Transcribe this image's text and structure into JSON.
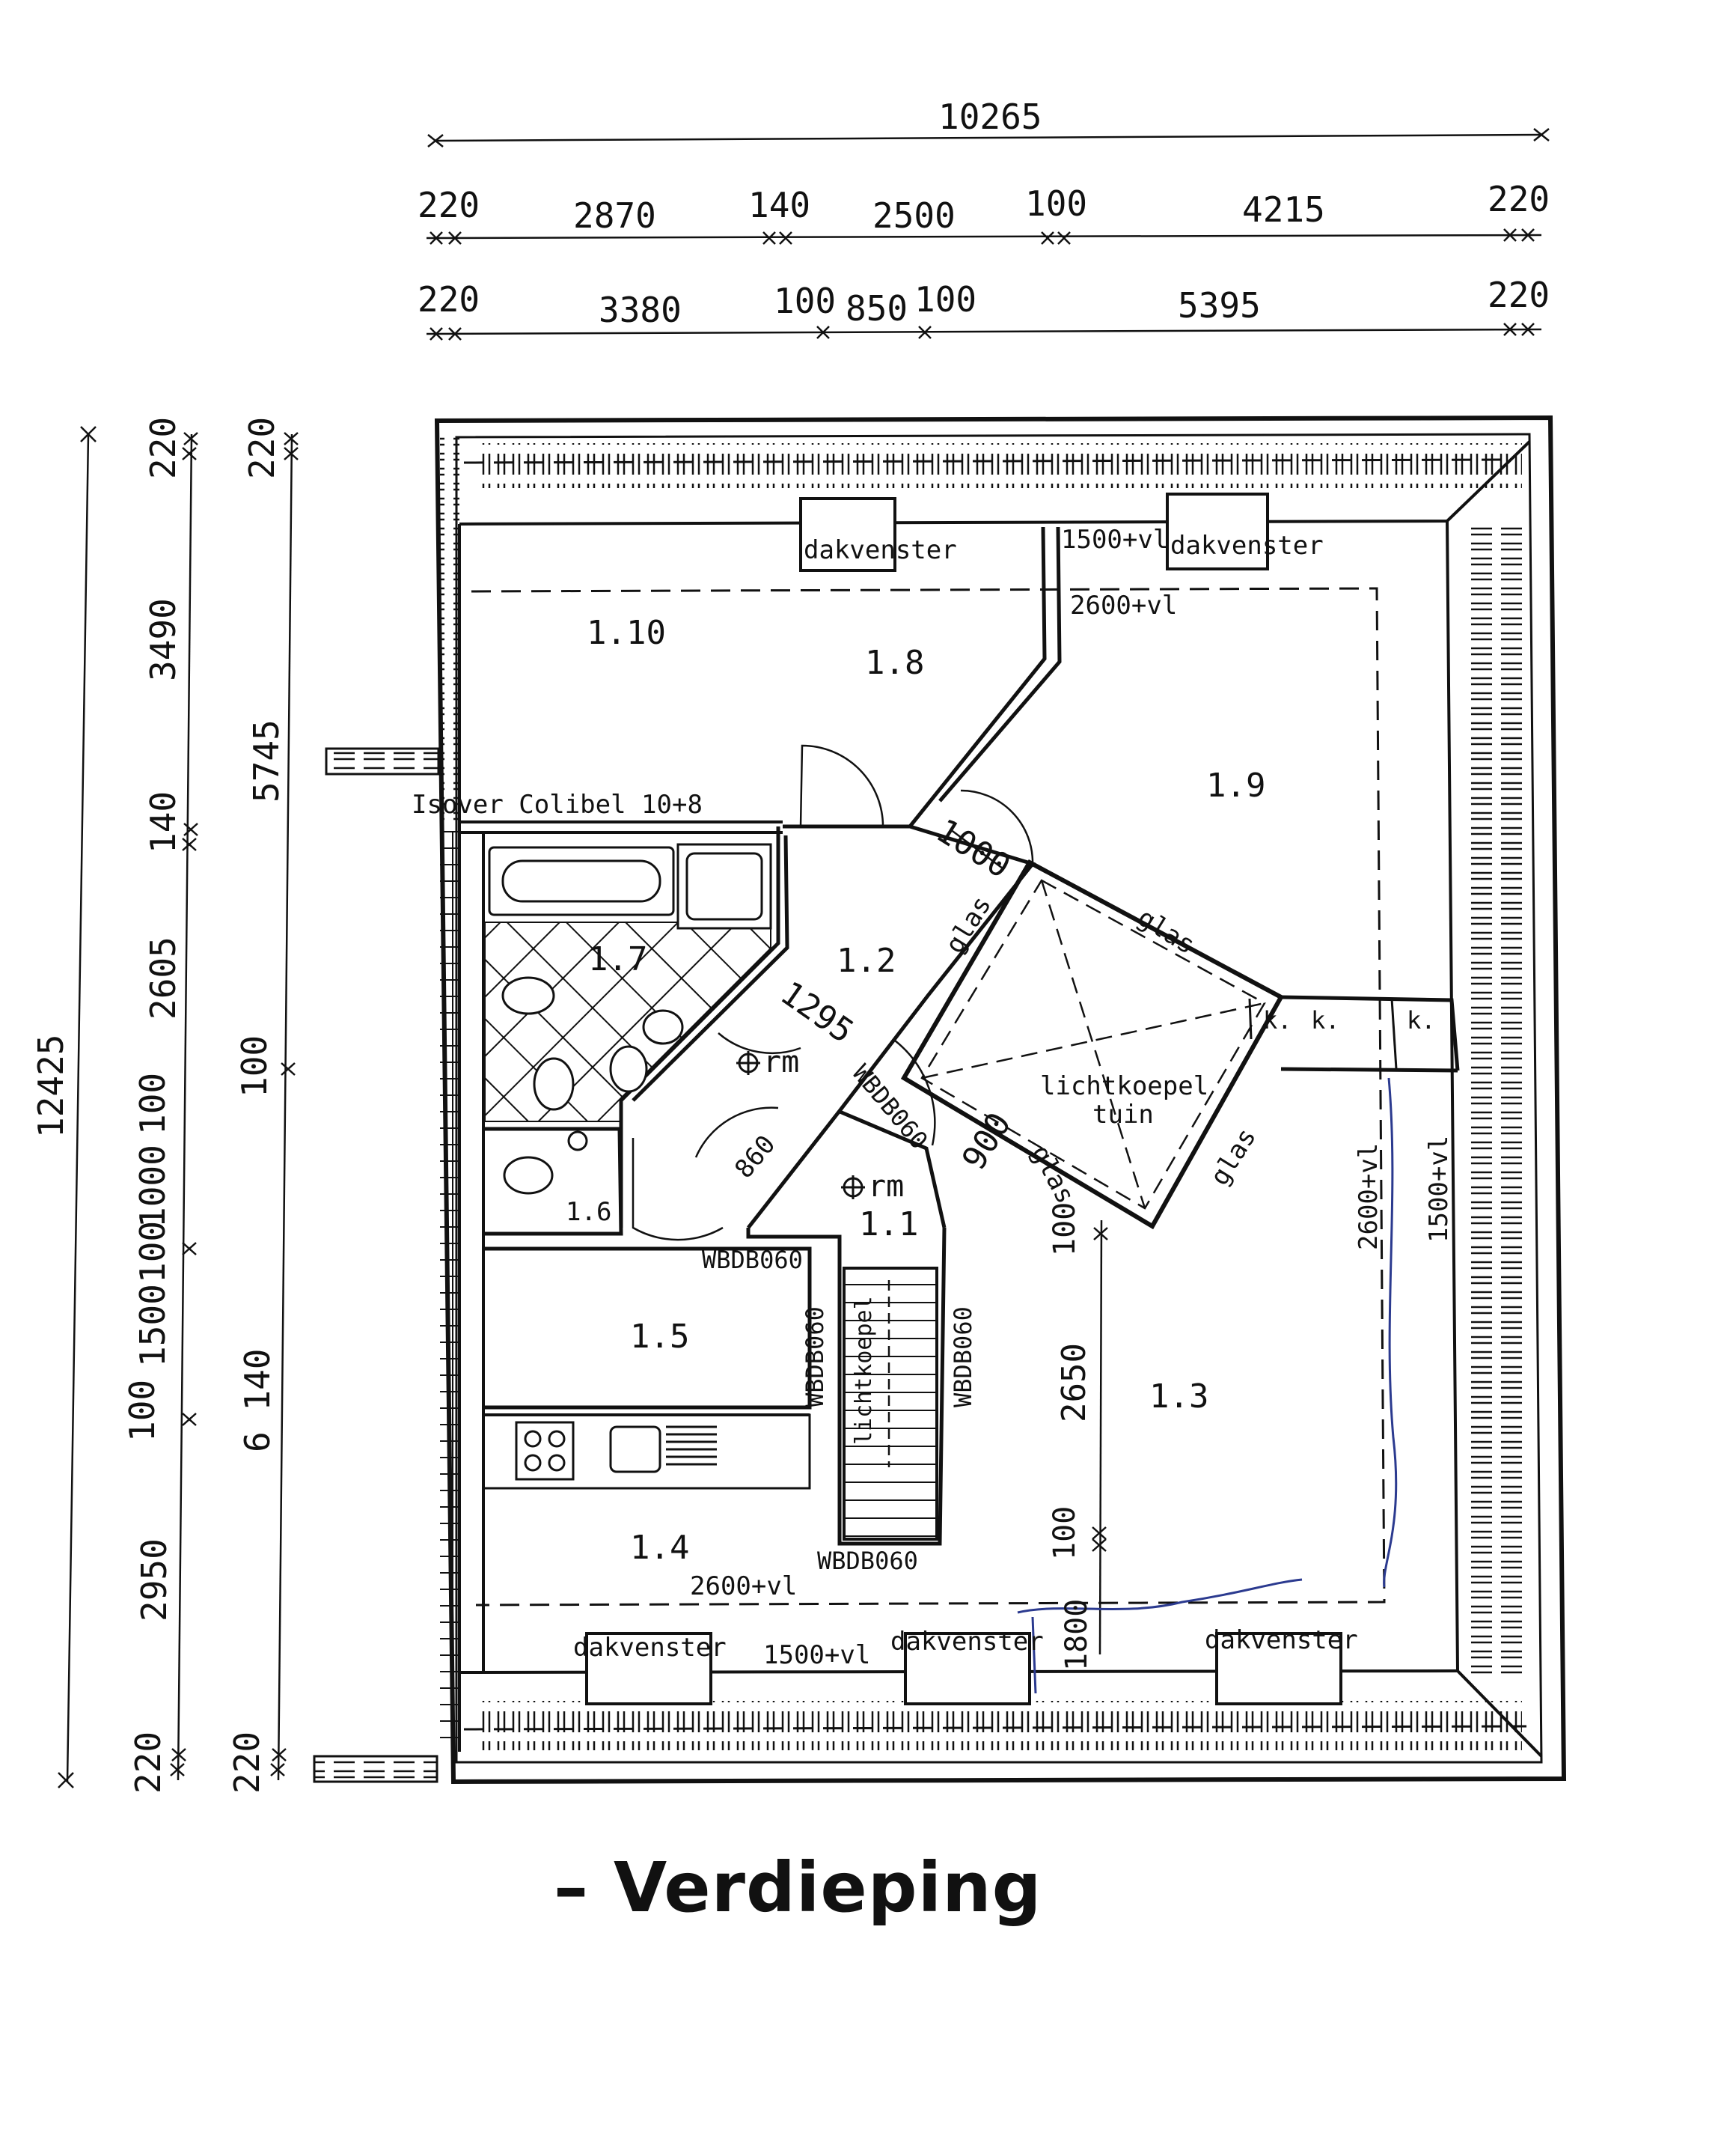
{
  "title": "– Verdieping",
  "colors": {
    "ink": "#111111",
    "pen": "#2b3a8f",
    "paper": "#ffffff"
  },
  "dimensions": {
    "top_total": "10265",
    "top_row1": [
      "220",
      "2870",
      "140",
      "2500",
      "100",
      "4215",
      "220"
    ],
    "top_row2": [
      "220",
      "3380",
      "100",
      "850",
      "100",
      "5395",
      "220"
    ],
    "left_total": "12425",
    "left_col1": [
      "220",
      "3490",
      "140",
      "2605",
      "100",
      "1000",
      "100",
      "1500",
      "100",
      "2950",
      "220"
    ],
    "left_col2": [
      "220",
      "5745",
      "100",
      "6 140",
      "220"
    ]
  },
  "rooms": {
    "r1_10": "1.10",
    "r1_8": "1.8",
    "r1_9": "1.9",
    "r1_7": "1.7",
    "r1_2": "1.2",
    "r1_6": "1.6",
    "r1_1": "1.1",
    "r1_5": "1.5",
    "r1_4": "1.4",
    "r1_3": "1.3"
  },
  "labels": {
    "dakvenster": "dakvenster",
    "h1500": "1500+vl",
    "h2600": "2600+vl",
    "isover": "Isover Colibel 10+8",
    "d1000": "1000",
    "d1295": "1295",
    "glas": "glas",
    "k": "k.",
    "rm": "rm",
    "wbdb": "WBDB060",
    "d900": "900",
    "d860": "860",
    "lichtkoepel_tuin_1": "lichtkoepel",
    "lichtkoepel_tuin_2": "tuin",
    "lichtkoepel": "lichtkoepel",
    "d100": "100",
    "d2650": "2650",
    "d1800": "1800"
  }
}
